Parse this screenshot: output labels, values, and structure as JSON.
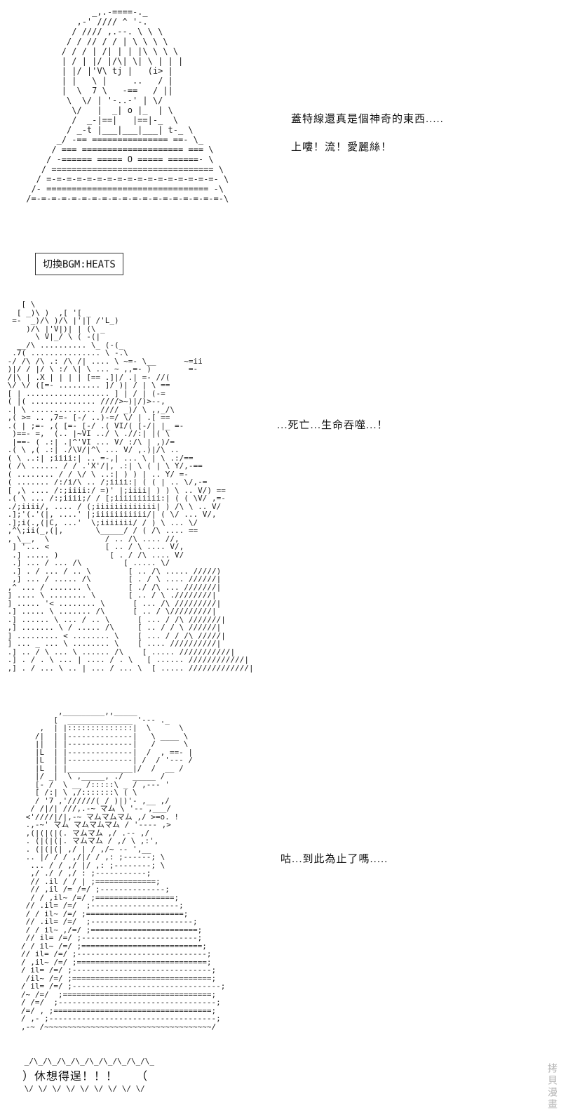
{
  "page": {
    "background": "#ffffff",
    "ink": "#1c1c1c"
  },
  "panel1": {
    "art": [
      "              _,.-====-._",
      "           ,-' //// ^ '-.",
      "          / //// ,.--. \\ \\ \\",
      "         / / // / / | \\ \\ \\ \\",
      "        / / / | /| | | |\\ \\ \\ \\",
      "        | / | |/ |/\\| \\| \\ | | |",
      "        | |/ |'V\\ tj |   (i> |",
      "        | |   \\ |     ..   / |",
      "        |  \\  7 \\   -==   / ||",
      "         \\  \\/ | '-..-' | \\/",
      "          \\/   |  _| o |_  | \\",
      "          /  _-|==|   |==|-_  \\",
      "         / _-t |___|___|___| t-_ \\",
      "       _/ -== =============== ==- \\_",
      "      / === ==================== === \\",
      "     / -====== ===== O ===== ======- \\",
      "    / ================================ \\",
      "   / =-=-=-=-=-=-=-=-=-=-=-=-=-=-=-=-=- \\",
      "  /- ================================ -\\",
      " /=-=-=-=-=-=-=-=-=-=-=-=-=-=-=-=-=-=-=-\\"
    ],
    "line1": "蓋特線還真是個神奇的東西.....",
    "line2": "上嘍！流！愛麗絲！"
  },
  "bgm": {
    "label": "切換BGM:HEATS"
  },
  "panel2": {
    "art": [
      "    [ \\",
      "   [ _)\\ )  ,[ '[ _",
      "  =-  _)/\\ )/\\ |'|| /'L_)",
      "     )/\\ |'V|)| | (\\ _",
      "       \\ V|_/ \\ ( -(|",
      "   __/\\ .......... \\_ (-(_",
      "  .7( ............... \\ -.\\",
      " -/ /\\ /\\ .: /\\ /| .... \\ ~=- \\__      ~=ii",
      " )|/ / |/ \\ :/ \\| \\ ... ~ ,,=- )        =-",
      " /|\\ | .X | | | | [== .]|/ .| =- //(",
      " \\/ \\/ ([=- ......... ]/ )| / | \\ ==",
      " [ | .................. ] | / | (-=",
      " ( |( .............. ////>~)|/)>--,",
      " .| \\ .............. //// _)/ \\ ,,_/\\",
      " ,( >= .. ,7=- [-/ ..)-=/ \\/ | .[ ==",
      " .( | ;=- ,( [=- [-/ .( VI/( [-/| |_ =-",
      "  )==- =,  (.. |~VI ../ \\ .//:| |( \\",
      "  |==- ( .:| .|^'VI ... V/ :/\\ | ,)/=",
      " .( \\ ,( .:| ./\\V/|^\\ ... V/ ,.)|/\\ ..",
      " ( \\ ..:| ;iiii:| .. =-,| ... \\ | \\ .:/==",
      " ( /\\ ...... / / .'X'/|, .:| \\ ( | \\ Y/,-==",
      " ( ........ / / \\/ \\ ..:| ) ) | .. Y/ =-",
      " ( ....... /:/i/\\ .. /;iiii:| ( ( | .. \\/,-=",
      " [ ,\\ .... /:;iiii:/ =)' |;iiii| ) ) \\ .. V/) ==",
      " .( \\ ... /:;iiii;/ / [;iiiiiiiiii:| ( ( \\V/ ,=-",
      " ./;iiii/, .... / (;iiiiiiiiiiiii| ) /\\ \\ .. V/",
      " .];'(.'(|, ....' |;iiiiiiiiiii/| ( \\/ ... V/,",
      " .];i(.,(|C, ...'  \\;iiiiiii/ / ) \\ ... \\/",
      " ,^\\;ii(_,(|,       \\_____/ / ( /\\ .... ==",
      " , \\__,  \\            / .. /\\ .... //,",
      "  ] '... <            [ .. / \\ .... V/,",
      "  .] ..... )           [ . / /\\ .... V/",
      "  .] ... / ... /\\         [ ..... \\/",
      "  .] . / ... / .. \\        [ .. /\\ ..... /////)",
      "  ,] ... / ..... /\\        [ . / \\ .... //////|",
      " ,^ ... / ....... \\        [ ./ /\\ ... ///////|",
      " ] .... \\ ........ \\       [ .. / \\ .////////|",
      " ] ..... '< ........ \\      [ ... /\\ /////////|",
      " .] ..... \\ ....... /\\      [ .. / \\/////////|",
      " .] ...... \\ ... / .. \\      [ ... / /\\ ///////|",
      " ,] ....... \\ / ..... /\\     [ .. / / \\ //////|",
      " ] ......... < ........ \\    [ ... / / /\\ /////|",
      " ] ... _ ... \\ ........ \\    [ .... //////////|",
      " .] .. / \\ ... \\ ...... /\\    [ ..... ///////////|",
      " .] . / . \\ ... | .... / . \\   [ ...... ////////////|",
      " ,] . / ... \\ .. | ... / ... \\  [ ..... /////////////|"
    ],
    "line1": "...死亡...生命吞噬...！"
  },
  "panel3": {
    "art": [
      "        ,_________,,_____",
      "       [  ______________ '--- ._",
      "    ,  | |::::::::::::::|  \\      \\",
      "   /|  | |--------------|   \\ ____ \\",
      "   ||  | |--------------|   /      \\",
      "   |L  | |--------------|  /  , ==- |",
      "   |L  | |--------------| /  / '--- /",
      "   |L  | |______________|/  /  __ /",
      "   |/ _|  \\ ,_____, ./  _____ /",
      "   [- /  \\ __ /:::::\\ _ / ,--- '",
      "   [ /:| \\ ,/:::::::\\ ( \\",
      "   / '7 ,'//////( / )|)'- ,__ ,/",
      "  / /|/| ///,.-~ マム \\ '-- ,___/",
      " <'////|/|,-~ マムマムマム ,/ >=o. !",
      " .,-~' マム マムマムマム / '---- ,>",
      " ,(|(|(|(. マムマム ,/ .-- ,/",
      " . (|(|(|. マムマム / ,/ \\ ,:',",
      " . (|(|(| ,/ | / ,/~ -- ',__",
      " .. |/ / / ,/|/ / ,: ;------; \\",
      "  ... / / ,/ |/ ,: ;--------; \\",
      "  ,/ ./ / ,/ : ;-----------;",
      "  // .il / / | ;=============;",
      "  // ,il /= /=/ ;--------------;",
      "  / / ,il~ /=/ ;=================;",
      " // .il= /=/  ;-------------------;",
      " / / il~ /=/ ;=====================;",
      " // .il= /=/  ;----------------------;",
      " / / il~ ,/=/ ;=======================;",
      " // il= /=/ ;-------------------------;",
      "/ / il~ /=/ ;==========================;",
      "// il= /=/ ;----------------------------;",
      "/ ,il~ /=/ ;============================;",
      "/ il= /=/ ;------------------------------;",
      " /il~ /=/ ;==============================;",
      "/ il= /=/ ;--------------------------------;",
      "/~ /=/  ;================================;",
      "/ /=/  ;----------------------------------;",
      "/=/ , ;==================================;",
      "/ ,- ;------------------------------------;",
      ",-~ /~~~~~~~~~~~~~~~~~~~~~~~~~~~~~~~~~~~~/"
    ],
    "line1": "咕...到此為止了嗎....."
  },
  "shout": {
    "top": " _/\\_/\\_/\\_/\\_/\\_/\\_/\\_/\\_/\\_",
    "text": "）休想得逞！！！　　（",
    "bottom": " \\/ \\/ \\/ \\/ \\/ \\/ \\/ \\/ \\/"
  },
  "watermark": {
    "text": "拷貝漫畫",
    "color": "#b5b5b5"
  }
}
